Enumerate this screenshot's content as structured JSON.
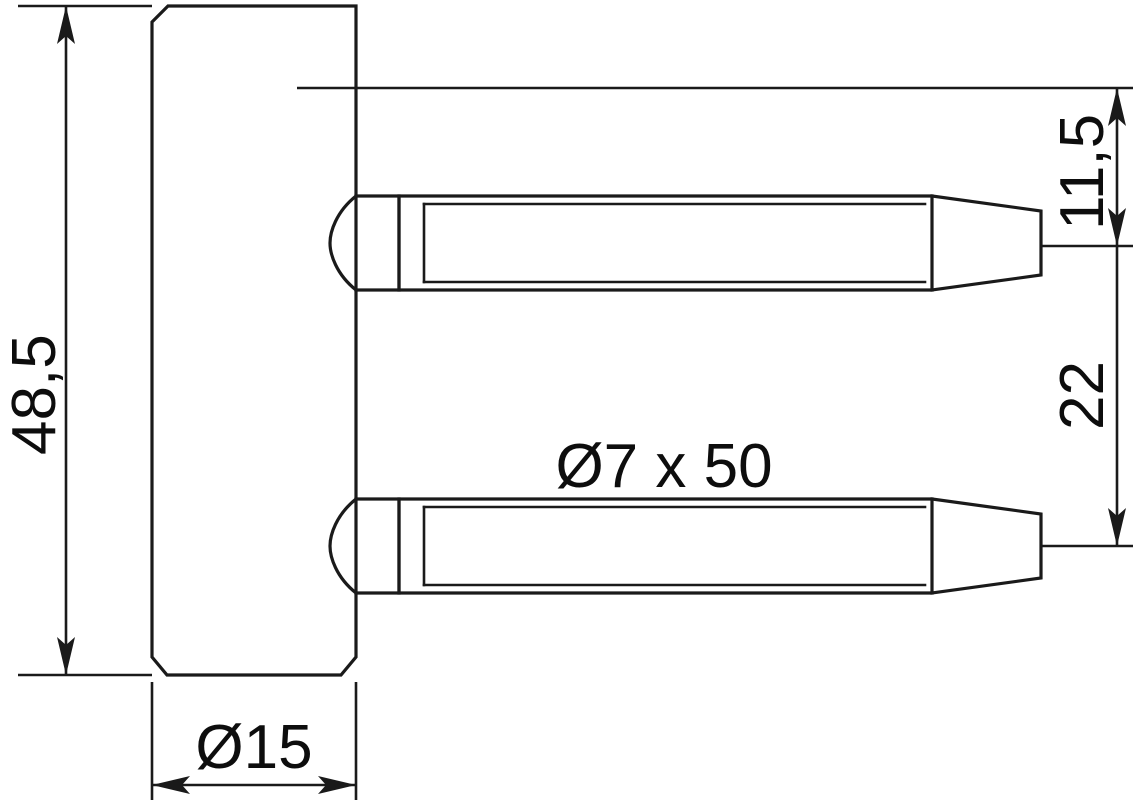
{
  "drawing": {
    "type": "engineering-dimension-drawing",
    "subject": "door-hinge-pin-assembly",
    "background_color": "#ffffff",
    "line_color": "#1a1a1a",
    "text_color": "#0d0d0d",
    "dimensions": {
      "overall_height": "48,5",
      "barrel_diameter": "Ø15",
      "pin_spec": "Ø7 x 50",
      "top_offset": "11,5",
      "pin_spacing": "22"
    },
    "labels": {
      "height_label": "48,5",
      "width_label": "Ø15",
      "pin_label": "Ø7 x 50",
      "offset_label": "11,5",
      "spacing_label": "22"
    }
  }
}
